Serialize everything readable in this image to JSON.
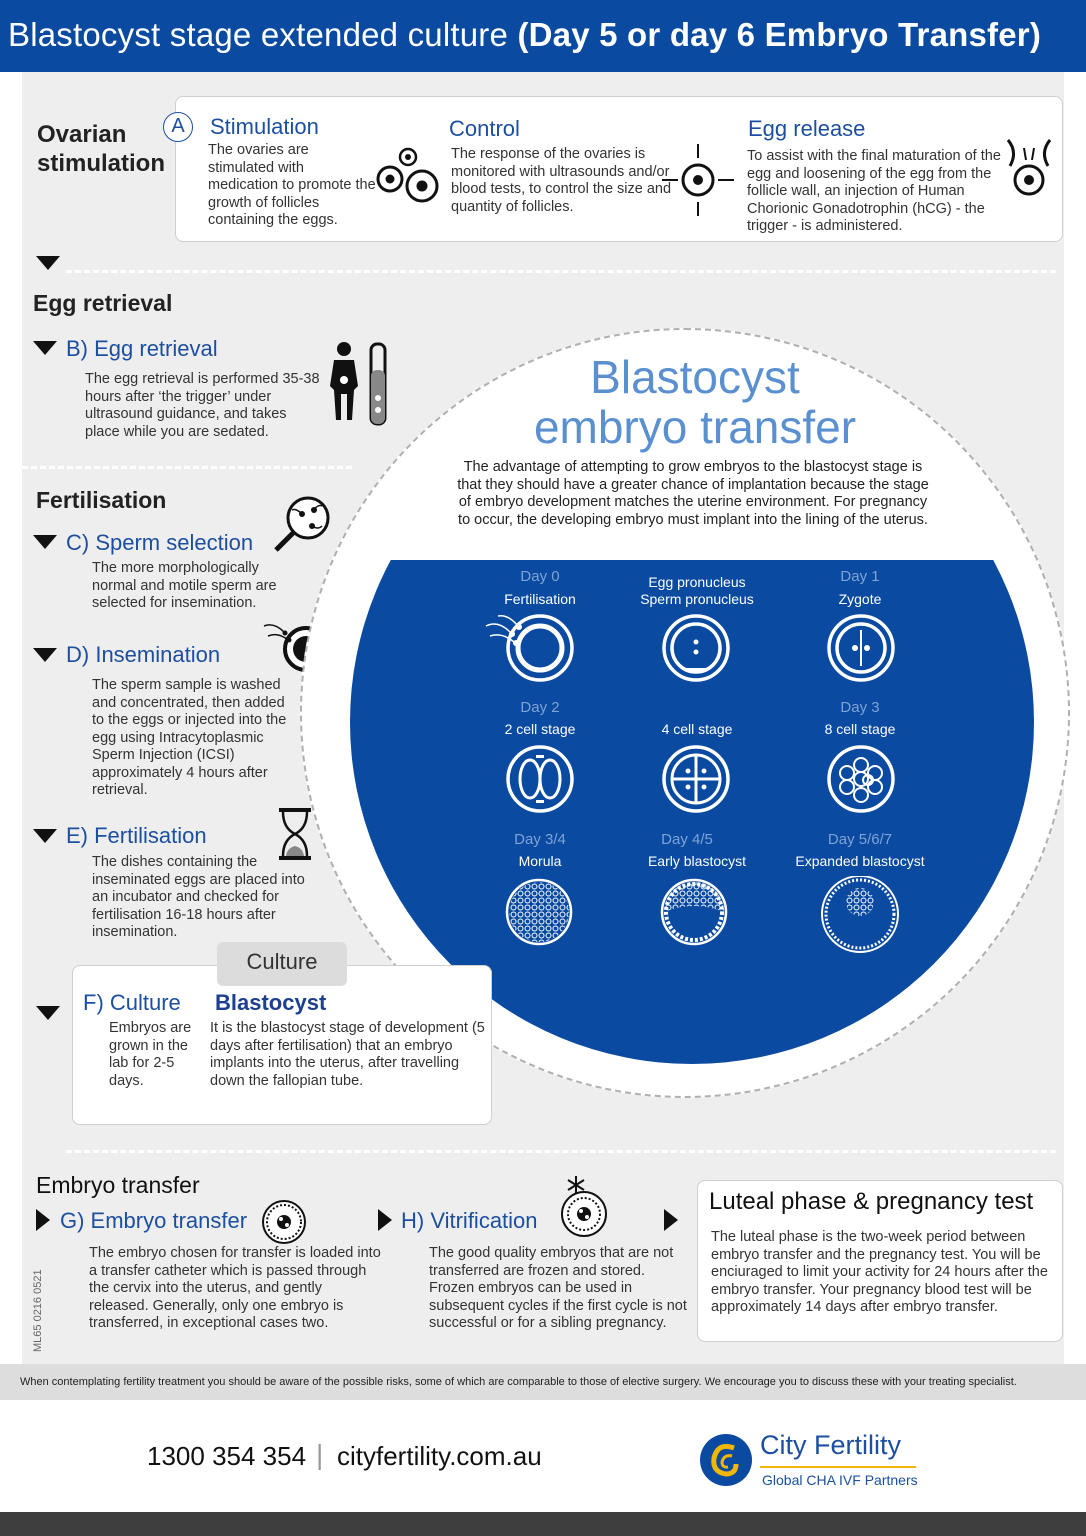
{
  "header": {
    "title_regular": "Blastocyst stage extended culture",
    "title_bold": "(Day 5 or day 6 Embryo Transfer)"
  },
  "ovarian": {
    "section_title": "Ovarian stimulation",
    "badge": "A",
    "stimulation": {
      "title": "Stimulation",
      "text": "The ovaries are stimulated with medication to promote the growth of follicles containing the eggs."
    },
    "control": {
      "title": "Control",
      "text": "The response of the ovaries is monitored with ultrasounds and/or blood tests, to control the size and quantity of follicles."
    },
    "egg_release": {
      "title": "Egg release",
      "text": "To assist with the final maturation of the egg and loosening of the egg from the follicle wall, an injection of Human Chorionic Gonadotrophin (hCG) - the trigger - is administered."
    }
  },
  "egg_retrieval": {
    "section_title": "Egg retrieval",
    "sub_title": "B) Egg retrieval",
    "text": "The egg retrieval is performed 35-38 hours after ‘the trigger’ under ultrasound guidance, and takes place while you are sedated."
  },
  "fertilisation": {
    "section_title": "Fertilisation",
    "sperm": {
      "title": "C) Sperm selection",
      "text": "The more morphologically normal and motile sperm are selected for insemination."
    },
    "insemination": {
      "title": "D) Insemination",
      "text": "The sperm sample is washed and concentrated, then added to the eggs or injected into the egg using Intracytoplasmic Sperm Injection (ICSI) approximately 4 hours after retrieval."
    },
    "fert": {
      "title": "E) Fertilisation",
      "text": "The dishes containing the inseminated eggs are placed into an incubator and checked for fertilisation 16-18 hours after insemination."
    }
  },
  "culture": {
    "tab": "Culture",
    "f_title": "F) Culture",
    "f_text": "Embryos are grown in the lab for 2-5 days.",
    "b_title": "Blastocyst",
    "b_text": "It is the blastocyst stage of development (5 days after fertilisation) that an embryo implants into the uterus, after travelling down the fallopian tube."
  },
  "blastocyst": {
    "title_line1": "Blastocyst",
    "title_line2": "embryo transfer",
    "text": "The advantage of attempting to grow embryos to the blastocyst stage is that they should have a greater chance of implantation because the stage of embryo development matches the uterine environment. For pregnancy to occur, the developing embryo must implant into the lining of the uterus.",
    "stages": [
      {
        "day": "Day 0",
        "name": "Fertilisation"
      },
      {
        "day": "Egg pronucleus",
        "name": "Sperm pronucleus"
      },
      {
        "day": "Day 1",
        "name": "Zygote"
      },
      {
        "day": "Day 2",
        "name": "2 cell stage"
      },
      {
        "day": "",
        "name": "4 cell stage"
      },
      {
        "day": "Day 3",
        "name": "8 cell stage"
      },
      {
        "day": "Day 3/4",
        "name": "Morula"
      },
      {
        "day": "Day 4/5",
        "name": "Early blastocyst"
      },
      {
        "day": "Day 5/6/7",
        "name": "Expanded blastocyst"
      }
    ]
  },
  "embryo_transfer": {
    "section_title": "Embryo transfer",
    "g_title": "G) Embryo transfer",
    "g_text": "The embryo chosen for transfer is loaded into a transfer catheter which is passed through the cervix into the uterus, and gently released. Generally, only one embryo is transferred, in exceptional cases two.",
    "h_title": "H) Vitrification",
    "h_text": "The good quality embryos that are not transferred are frozen and stored. Frozen embryos can be used in subsequent cycles if the first cycle is not successful or for a sibling pregnancy.",
    "doc_code": "ML65 0216 0521"
  },
  "luteal": {
    "title": "Luteal phase & pregnancy test",
    "text": "The luteal phase is the two-week period between embryo transfer and the pregnancy test. You will be enciuraged to limit your activity for 24 hours after the embryo transfer. Your pregnancy blood test will be approximately 14 days after embryo transfer."
  },
  "footnote": "When contemplating fertility treatment you should be aware of the possible risks, some of which are comparable to those of elective surgery. We encourage you to discuss these with your treating specialist.",
  "contact": {
    "phone": "1300 354 354",
    "divider": "|",
    "website": "cityfertility.com.au"
  },
  "brand": {
    "name": "City Fertility",
    "tagline": "Global CHA IVF Partners"
  },
  "colors": {
    "primary": "#0a4aa0",
    "accent": "#f2b705",
    "panel": "#eeeeee"
  }
}
